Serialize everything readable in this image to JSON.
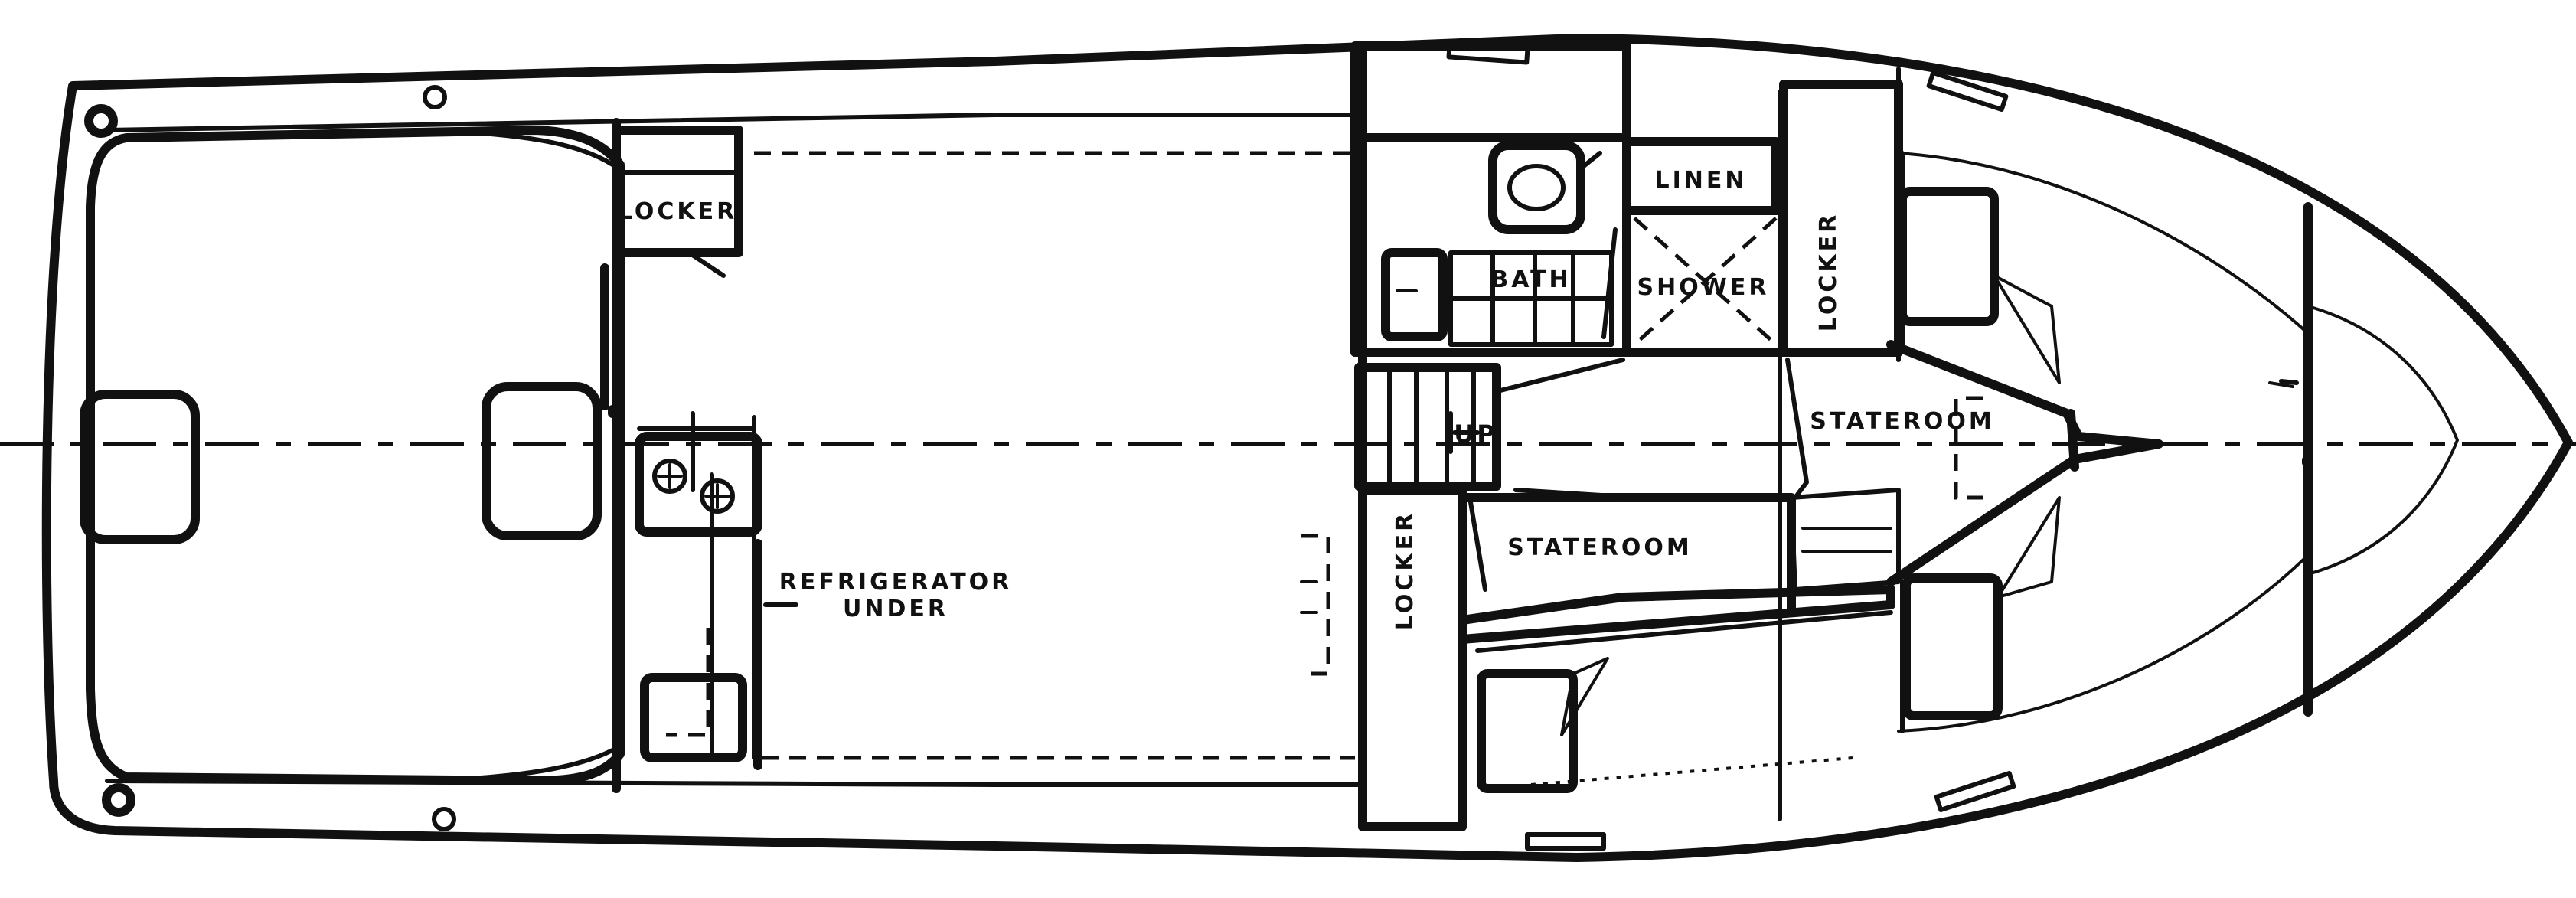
{
  "labels": {
    "locker_aft": "LOCKER",
    "linen": "LINEN",
    "bath": "BATH",
    "shower": "SHOWER",
    "locker_fwd": "LOCKER",
    "stateroom_fwd": "STATEROOM",
    "up": "UP",
    "stateroom_mid": "STATEROOM",
    "locker_mid": "LOCKER",
    "refrigerator_line1": "REFRIGERATOR",
    "refrigerator_line2": "UNDER"
  }
}
